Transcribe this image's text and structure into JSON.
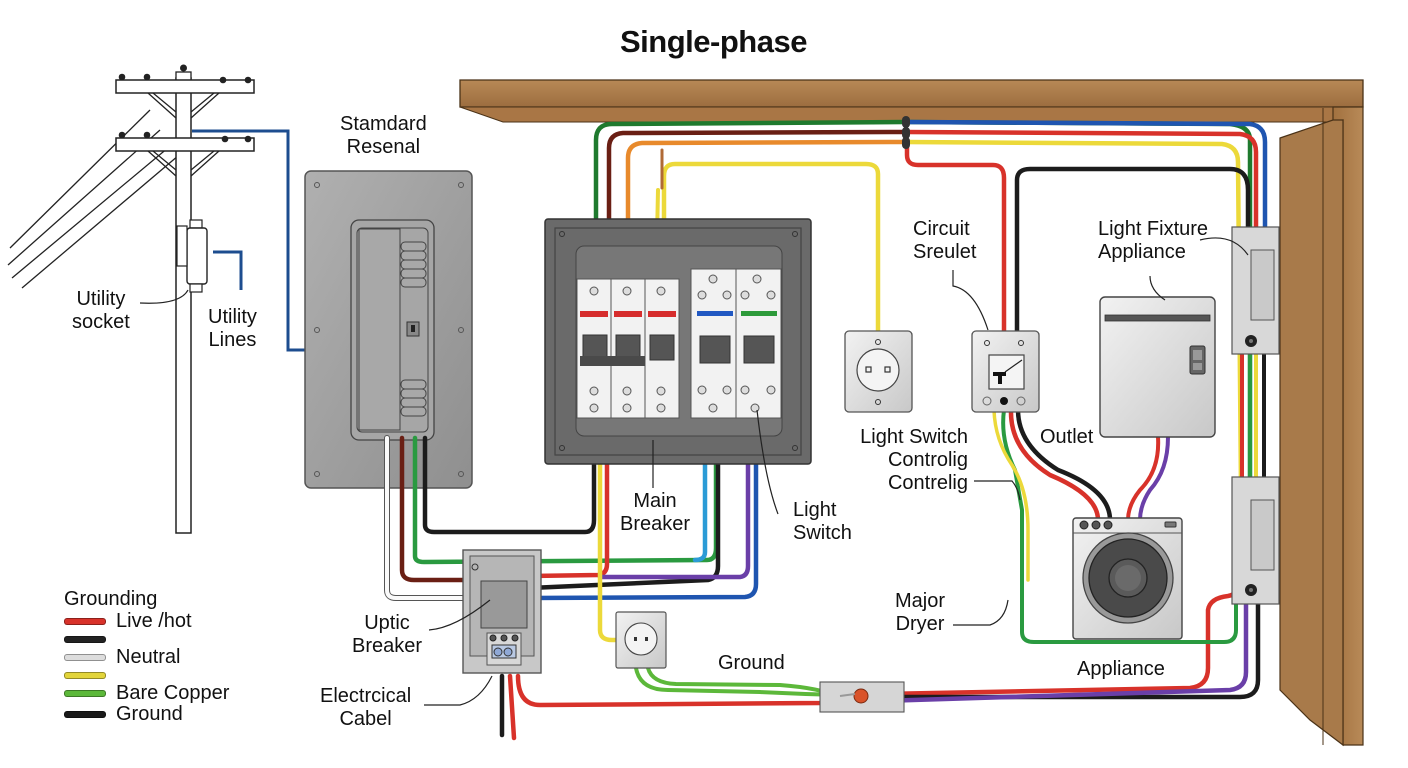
{
  "title": "Single-phase",
  "labels": {
    "standard_panel": [
      "Stamdard",
      "Resenal"
    ],
    "utility_socket": [
      "Utility",
      "socket"
    ],
    "utility_lines": [
      "Utility",
      "Lines"
    ],
    "main_breaker": [
      "Main",
      "Breaker"
    ],
    "light_switch_panel": [
      "Light",
      "Switch"
    ],
    "circuit_sreulet": [
      "Circuit",
      "Sreulet"
    ],
    "light_fixture": [
      "Light Fixture",
      "Appliance"
    ],
    "light_switch_control": [
      "Light Switch",
      "Controlig",
      "Contrelig"
    ],
    "outlet": "Outlet",
    "major_dryer": [
      "Major",
      "Dryer"
    ],
    "appliance": "Appliance",
    "ground": "Ground",
    "uptic_breaker": [
      "Uptic",
      "Breaker"
    ],
    "electrical_cable": [
      "Electrcical",
      "Cabel"
    ]
  },
  "legend": {
    "title": "Grounding",
    "items": [
      {
        "label": "Live /hot",
        "color": "#d8322a"
      },
      {
        "label": "",
        "color": "#222222"
      },
      {
        "label": "Neutral",
        "color": "#dddddd"
      },
      {
        "label": "",
        "color": "#e2d43a"
      },
      {
        "label": "Bare Copper",
        "color": "#5cb83a"
      },
      {
        "label": "Ground",
        "color": "#1a1a1a"
      }
    ]
  },
  "wire_colors": {
    "red": "#d8322a",
    "black": "#1c1c1c",
    "white": "#f2f2f2",
    "yellow": "#ecd93a",
    "green": "#2a9a40",
    "brown": "#6a1f14",
    "orange": "#e88a2c",
    "blue": "#1f55b0",
    "light_blue": "#2b9bd6",
    "purple": "#6a3fa8",
    "utility_blue": "#1d4d8f"
  },
  "components": {
    "wood_beam": "#a97a4a",
    "panel_gray": "#9a9a9a",
    "breaker_box": "#6a6a6a",
    "device_plate": "#dcdcdc"
  }
}
